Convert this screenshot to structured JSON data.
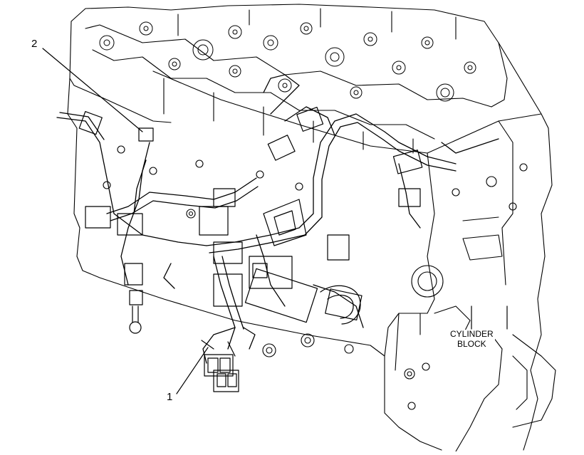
{
  "callouts": [
    {
      "number": "1"
    },
    {
      "number": "2"
    }
  ],
  "labels": {
    "cylinder_block_line1": "CYLINDER",
    "cylinder_block_line2": "BLOCK"
  }
}
